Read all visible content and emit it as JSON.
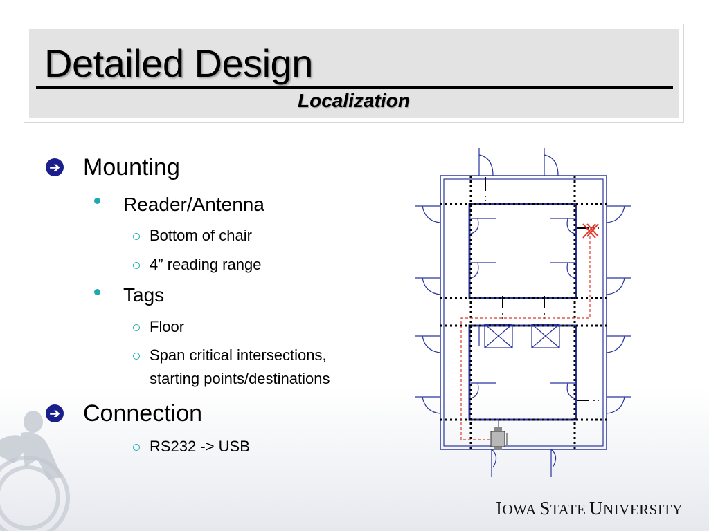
{
  "slide": {
    "title": "Detailed Design",
    "subtitle": "Localization"
  },
  "content": {
    "mounting": {
      "label": "Mounting",
      "reader": {
        "label": "Reader/Antenna",
        "items": [
          "Bottom of chair",
          "4” reading range"
        ]
      },
      "tags": {
        "label": "Tags",
        "items": [
          "Floor",
          "Span critical intersections,",
          "starting points/destinations"
        ]
      }
    },
    "connection": {
      "label": "Connection",
      "items": [
        "RS232 -> USB"
      ]
    }
  },
  "footer": {
    "logo": {
      "i": "I",
      "owa": "OWA",
      "s": "S",
      "tate": "TATE",
      "u": "U",
      "niversity": "NIVERSITY"
    }
  },
  "colors": {
    "arrow_bullet": "#1a1f8c",
    "sub_bullet": "#1fa8b4",
    "diagram_wall": "#2a35a0",
    "path_line": "#e0392b"
  },
  "icons": {
    "level1": "circled-right-arrow-icon",
    "level2": "dot-icon",
    "level3": "ring-icon"
  }
}
